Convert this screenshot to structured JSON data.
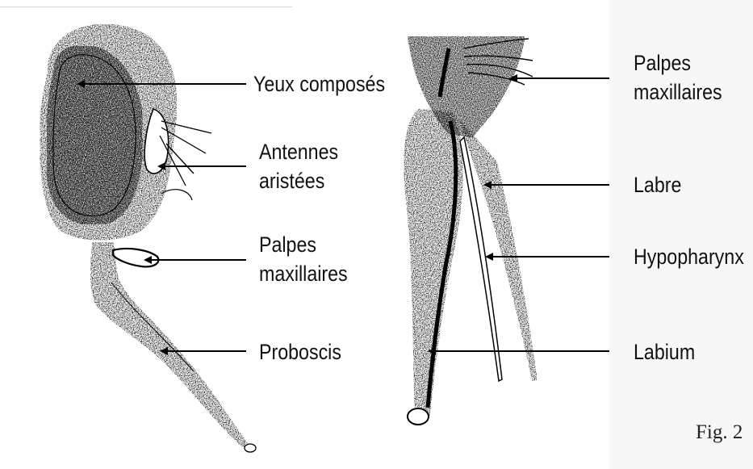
{
  "figure": {
    "caption": "Fig. 2",
    "labels": {
      "yeux_composes": "Yeux composés",
      "antennes_aristees": "Antennes\naristées",
      "palpes_maxillaires_left": "Palpes\nmaxillaires",
      "proboscis": "Proboscis",
      "palpes_maxillaires_right": "Palpes\nmaxillaires",
      "labre": "Labre",
      "hypopharynx": "Hypopharynx",
      "labium": "Labium"
    }
  }
}
